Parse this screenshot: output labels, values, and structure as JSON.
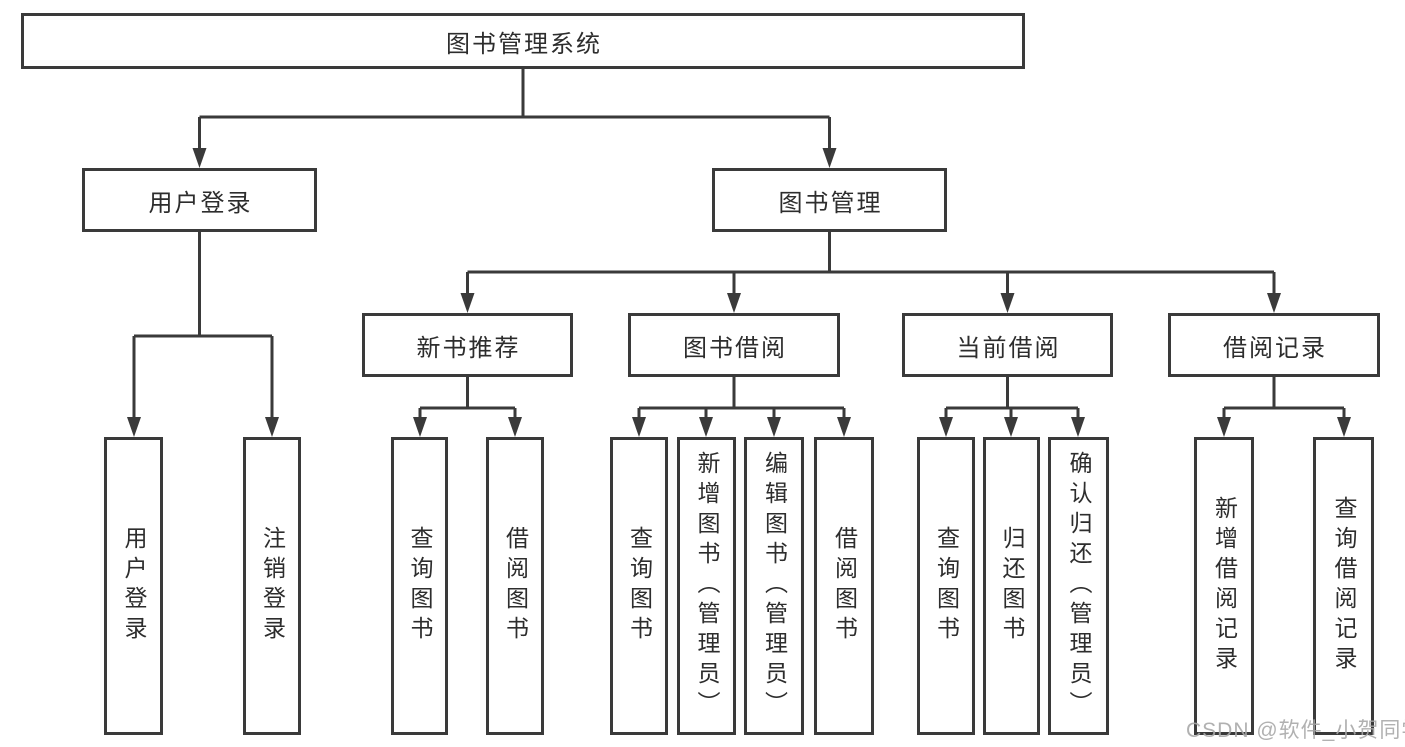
{
  "colors": {
    "stroke": "#3a3a3a",
    "text": "#2d2d2d",
    "background": "#ffffff",
    "watermark": "#a8a8a8"
  },
  "diagram": {
    "root": {
      "label": "图书管理系统"
    },
    "branches": [
      {
        "label": "用户登录",
        "leaves": [
          {
            "label": "用户登录"
          },
          {
            "label": "注销登录"
          }
        ]
      },
      {
        "label": "图书管理",
        "groups": [
          {
            "label": "新书推荐",
            "leaves": [
              {
                "label": "查询图书"
              },
              {
                "label": "借阅图书"
              }
            ]
          },
          {
            "label": "图书借阅",
            "leaves": [
              {
                "label": "查询图书"
              },
              {
                "label": "新增图书（管理员）"
              },
              {
                "label": "编辑图书（管理员）"
              },
              {
                "label": "借阅图书"
              }
            ]
          },
          {
            "label": "当前借阅",
            "leaves": [
              {
                "label": "查询图书"
              },
              {
                "label": "归还图书"
              },
              {
                "label": "确认归还（管理员）"
              }
            ]
          },
          {
            "label": "借阅记录",
            "leaves": [
              {
                "label": "新增借阅记录"
              },
              {
                "label": "查询借阅记录"
              }
            ]
          }
        ]
      }
    ]
  },
  "watermark": {
    "text": "CSDN @软件_小贺同学"
  }
}
